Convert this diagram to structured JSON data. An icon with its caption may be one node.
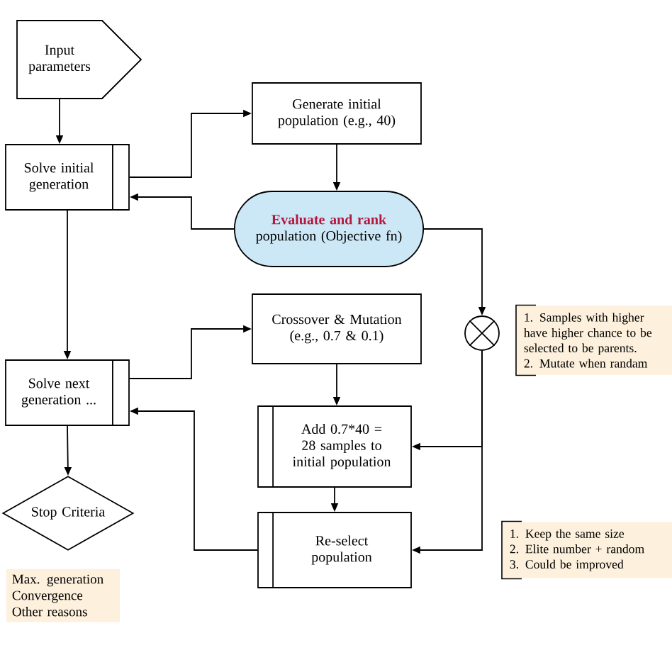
{
  "diagram": {
    "nodes": [
      {
        "text": [
          "Input parameters"
        ]
      },
      {
        "text": [
          "Solve initial generation"
        ]
      },
      {
        "text": [
          "Generate initial population (e.g., 40)"
        ]
      },
      {
        "text": [
          "Evaluate and rank",
          "population (Objective fn)"
        ]
      },
      {
        "text": [
          "Crossover & Mutation (e.g., 0.7 & 0.1)"
        ]
      },
      {
        "text": [
          "Solve next generation ..."
        ]
      },
      {
        "text": [
          "Add 0.7*40 = 28 samples to initial population"
        ]
      },
      {
        "text": [
          "Re-select population"
        ]
      },
      {
        "text": [
          "Stop Criteria"
        ]
      },
      {
        "text": [
          "Max. generation",
          "Convergence",
          "Other reasons"
        ]
      },
      {
        "text": [],
        "shape": "circle"
      },
      {
        "text": [
          "1. Samples with higher have higher chance to be selected to be parents.",
          "2. Mutate when randam"
        ]
      },
      {
        "text": [
          "1. Keep the same size",
          "2. Elite number + random",
          "3. Could be improved"
        ]
      }
    ],
    "edges": [
      {
        "from": 0,
        "to": 1,
        "arrow": "to"
      },
      {
        "from": 1,
        "to": 2,
        "arrow": "to"
      },
      {
        "from": 2,
        "to": 3,
        "arrow": "to"
      },
      {
        "from": 3,
        "to": 1,
        "arrow": "to"
      },
      {
        "from": 3,
        "to": 10,
        "arrow": "to"
      },
      {
        "from": 1,
        "to": 5,
        "arrow": "to"
      },
      {
        "from": 5,
        "to": 4,
        "arrow": "to"
      },
      {
        "from": 4,
        "to": 6,
        "arrow": "to"
      },
      {
        "from": 10,
        "to": 6,
        "arrow": "to"
      },
      {
        "from": 10,
        "to": 7,
        "arrow": "to"
      },
      {
        "from": 6,
        "to": 7,
        "arrow": "to"
      },
      {
        "from": 7,
        "to": 5,
        "arrow": "to"
      },
      {
        "from": 5,
        "to": 8,
        "arrow": "to"
      }
    ]
  }
}
